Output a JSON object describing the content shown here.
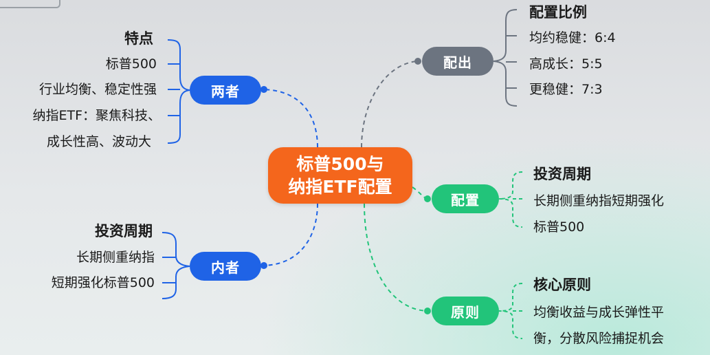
{
  "root": {
    "line1": "标普500与",
    "line2": "纳指ETF配置"
  },
  "colors": {
    "orange": "#f4661c",
    "blue": "#1f63e6",
    "gray": "#6c7480",
    "green": "#22c47a"
  },
  "branches": {
    "liangzhe": {
      "label": "两者",
      "title": "特点",
      "items": [
        "标普500",
        "行业均衡、稳定性强",
        "纳指ETF：聚焦科技、",
        "成长性高、波动大"
      ]
    },
    "neizhe": {
      "label": "内者",
      "title": "投资周期",
      "items": [
        "长期侧重纳指",
        "短期强化标普500"
      ]
    },
    "peichu": {
      "label": "配出",
      "title": "配置比例",
      "items": [
        "均约稳健：6:4",
        "高成长：5:5",
        "更稳健：7:3"
      ]
    },
    "peizhi": {
      "label": "配置",
      "title": "投资周期",
      "items": [
        "长期侧重纳指短期强化",
        "标普500"
      ]
    },
    "yuanze": {
      "label": "原则",
      "title": "核心原则",
      "items": [
        "均衡收益与成长弹性平",
        "衡，分散风险捕捉机会"
      ]
    }
  }
}
